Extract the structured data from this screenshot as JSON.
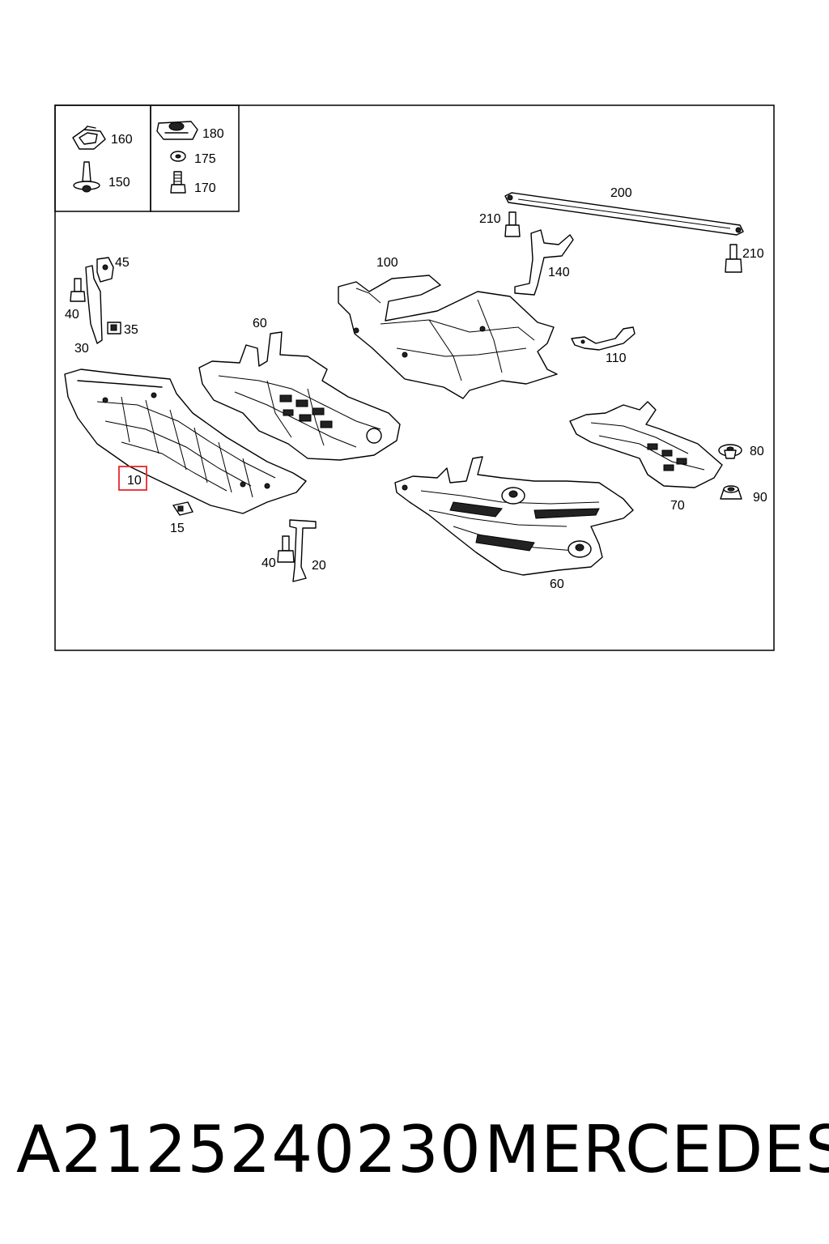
{
  "legend": {
    "box1": {
      "top": "160",
      "bottom": "150"
    },
    "box2": {
      "top": "180",
      "mid": "175",
      "bottom": "170"
    }
  },
  "callouts": {
    "c200": "200",
    "c210a": "210",
    "c210b": "210",
    "c140": "140",
    "c100": "100",
    "c110": "110",
    "c45": "45",
    "c40a": "40",
    "c35": "35",
    "c30": "30",
    "c60a": "60",
    "c10": "10",
    "c15": "15",
    "c40b": "40",
    "c20": "20",
    "c80": "80",
    "c90": "90",
    "c70": "70",
    "c60b": "60"
  },
  "highlight_color": "#e8262c",
  "footer": {
    "part_number": "A2125240230",
    "brand": "MERCEDES"
  }
}
